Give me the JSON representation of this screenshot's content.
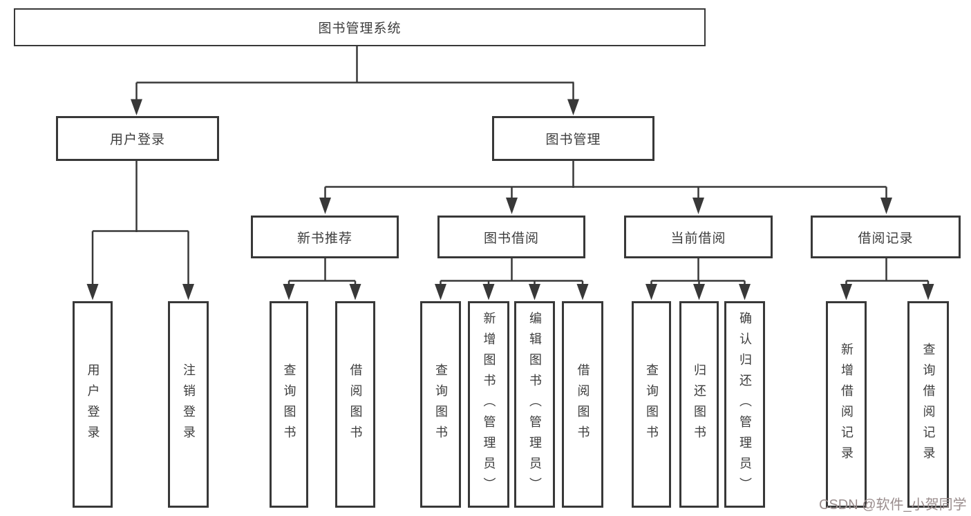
{
  "tree": {
    "root": {
      "label": "图书管理系统"
    },
    "level2": [
      {
        "label": "用户登录"
      },
      {
        "label": "图书管理"
      }
    ],
    "level3": [
      {
        "label": "新书推荐"
      },
      {
        "label": "图书借阅"
      },
      {
        "label": "当前借阅"
      },
      {
        "label": "借阅记录"
      }
    ],
    "leaves": {
      "user": [
        {
          "label": "用户登录"
        },
        {
          "label": "注销登录"
        }
      ],
      "recommend": [
        {
          "label": "查询图书"
        },
        {
          "label": "借阅图书"
        }
      ],
      "borrow": [
        {
          "label": "查询图书"
        },
        {
          "label": "新增图书（管理员）"
        },
        {
          "label": "编辑图书（管理员）"
        },
        {
          "label": "借阅图书"
        }
      ],
      "current": [
        {
          "label": "查询图书"
        },
        {
          "label": "归还图书"
        },
        {
          "label": "确认归还（管理员）"
        }
      ],
      "records": [
        {
          "label": "新增借阅记录"
        },
        {
          "label": "查询借阅记录"
        }
      ]
    }
  },
  "watermark": {
    "text": "CSDN @软件_小贺同学"
  },
  "colors": {
    "line": "#383838",
    "text": "#3d3d3d",
    "background": "#ffffff",
    "watermark": "#9a8d8d"
  }
}
